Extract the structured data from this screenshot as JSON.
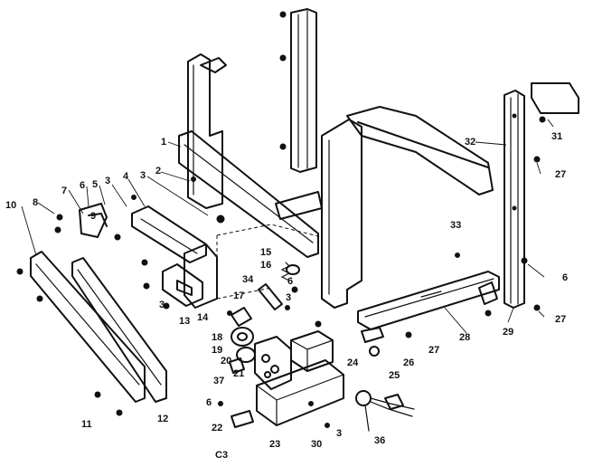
{
  "diagram": {
    "drawing_code": "C3",
    "parts": [
      {
        "id": "p1",
        "label": "1"
      },
      {
        "id": "p2",
        "label": "2"
      },
      {
        "id": "p3a",
        "label": "3"
      },
      {
        "id": "p3b",
        "label": "3"
      },
      {
        "id": "p3c",
        "label": "3"
      },
      {
        "id": "p3d",
        "label": "3"
      },
      {
        "id": "p3e",
        "label": "3"
      },
      {
        "id": "p4",
        "label": "4"
      },
      {
        "id": "p5",
        "label": "5"
      },
      {
        "id": "p6a",
        "label": "6"
      },
      {
        "id": "p6b",
        "label": "6"
      },
      {
        "id": "p6c",
        "label": "6"
      },
      {
        "id": "p6d",
        "label": "6"
      },
      {
        "id": "p7",
        "label": "7"
      },
      {
        "id": "p8",
        "label": "8"
      },
      {
        "id": "p9",
        "label": "9"
      },
      {
        "id": "p10",
        "label": "10"
      },
      {
        "id": "p11",
        "label": "11"
      },
      {
        "id": "p12",
        "label": "12"
      },
      {
        "id": "p13",
        "label": "13"
      },
      {
        "id": "p14",
        "label": "14"
      },
      {
        "id": "p15",
        "label": "15"
      },
      {
        "id": "p16",
        "label": "16"
      },
      {
        "id": "p17",
        "label": "17"
      },
      {
        "id": "p18",
        "label": "18"
      },
      {
        "id": "p19",
        "label": "19"
      },
      {
        "id": "p20",
        "label": "20"
      },
      {
        "id": "p21",
        "label": "21"
      },
      {
        "id": "p22",
        "label": "22"
      },
      {
        "id": "p23",
        "label": "23"
      },
      {
        "id": "p24",
        "label": "24"
      },
      {
        "id": "p25",
        "label": "25"
      },
      {
        "id": "p26",
        "label": "26"
      },
      {
        "id": "p27a",
        "label": "27"
      },
      {
        "id": "p27b",
        "label": "27"
      },
      {
        "id": "p27c",
        "label": "27"
      },
      {
        "id": "p28",
        "label": "28"
      },
      {
        "id": "p29",
        "label": "29"
      },
      {
        "id": "p30",
        "label": "30"
      },
      {
        "id": "p31",
        "label": "31"
      },
      {
        "id": "p32",
        "label": "32"
      },
      {
        "id": "p33",
        "label": "33"
      },
      {
        "id": "p34",
        "label": "34"
      },
      {
        "id": "p36",
        "label": "36"
      },
      {
        "id": "p37",
        "label": "37"
      }
    ]
  }
}
